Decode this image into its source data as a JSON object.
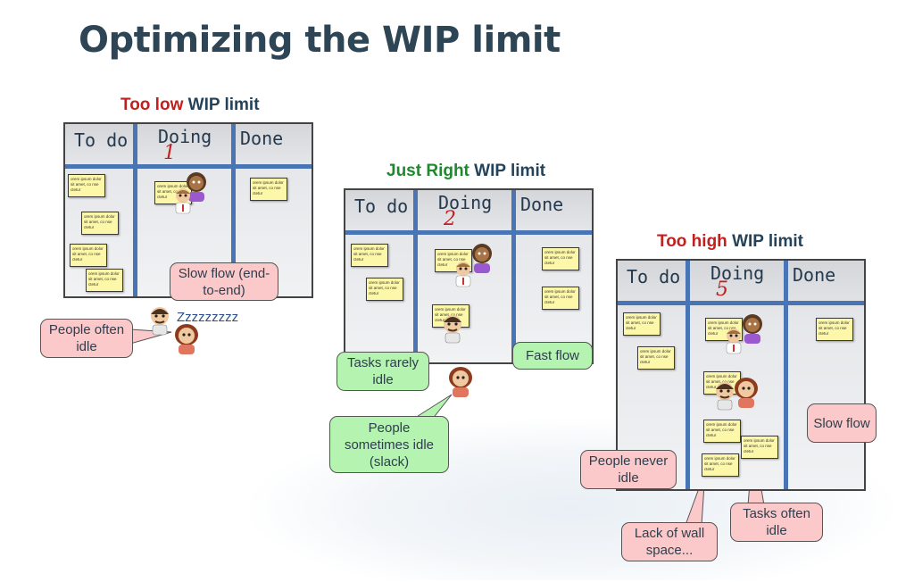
{
  "title": "Optimizing the WIP limit",
  "colors": {
    "accent_blue": "#4a75b5",
    "red": "#c0201e",
    "green": "#1e8a2e",
    "navy": "#24435a"
  },
  "columns": {
    "todo": "To do",
    "doing": "Doing",
    "done": "Done"
  },
  "note_text": "orem ipsum dolor sit amet, co nse ctetur",
  "low": {
    "label_a": "Too low",
    "label_b": "WIP limit",
    "wip": "1",
    "callout_flow": "Slow flow (end-to-end)",
    "callout_people": "People often idle",
    "snore": "Zzzzzzzzz"
  },
  "mid": {
    "label_a": "Just Right",
    "label_b": "WIP limit",
    "wip": "2",
    "callout_tasks": "Tasks rarely idle",
    "callout_flow": "Fast flow",
    "callout_people": "People sometimes idle (slack)"
  },
  "high": {
    "label_a": "Too high",
    "label_b": "WIP limit",
    "wip": "5",
    "callout_flow": "Slow flow",
    "callout_people": "People never idle",
    "callout_wall": "Lack of wall space...",
    "callout_tasks": "Tasks often idle"
  }
}
